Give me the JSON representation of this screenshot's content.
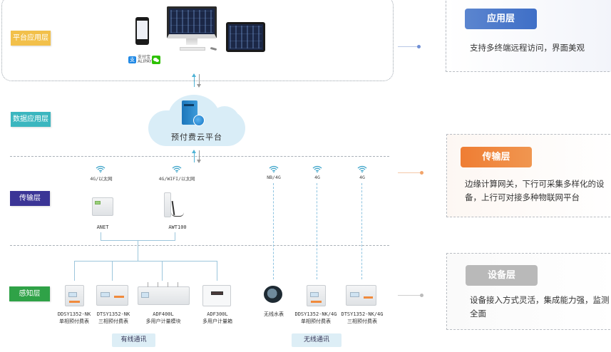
{
  "layers": {
    "platform": "平台应用层",
    "data": "数据应用层",
    "transport": "传输层",
    "sensing": "感知层"
  },
  "platform_devices": {
    "payment": {
      "alipay_text": "支付宝 ALIPAY",
      "alipay_glyph": "支",
      "wechat": "wechat-icon"
    },
    "terminals": [
      "phone",
      "desktop-monitor",
      "tablet"
    ]
  },
  "cloud": {
    "label": "预付费云平台"
  },
  "gateways": [
    {
      "network": "4G/以太网",
      "name": "ANET"
    },
    {
      "network": "4G/WIFI/以太网",
      "name": "AWT100"
    }
  ],
  "wireless_links": [
    "NB/4G",
    "4G",
    "4G"
  ],
  "wired_devices": [
    {
      "model": "DDSY1352-NK",
      "desc": "单相预付费表"
    },
    {
      "model": "DTSY1352-NK",
      "desc": "三相预付费表"
    },
    {
      "model": "ADF400L",
      "desc": "多用户计量模块"
    },
    {
      "model": "ADF300L",
      "desc": "多用户计量箱"
    }
  ],
  "wireless_devices": [
    {
      "model": "无线水表",
      "desc": ""
    },
    {
      "model": "DDSY1352-NK/4G",
      "desc": "单相预付费表"
    },
    {
      "model": "DTSY1352-NK/4G",
      "desc": "三相预付费表"
    }
  ],
  "comm": {
    "wired": "有线通讯",
    "wireless": "无线通讯"
  },
  "cards": [
    {
      "title": "应用层",
      "text": "支持多终端远程访问，界面美观",
      "color": "#4a77cb"
    },
    {
      "title": "传输层",
      "text": "边缘计算网关，下行可采集多样化的设备，上行可对接多种物联网平台",
      "color": "#ef8540"
    },
    {
      "title": "设备层",
      "text": "设备接入方式灵活，集成能力强，监测全面",
      "color": "#b9b9b9"
    }
  ]
}
